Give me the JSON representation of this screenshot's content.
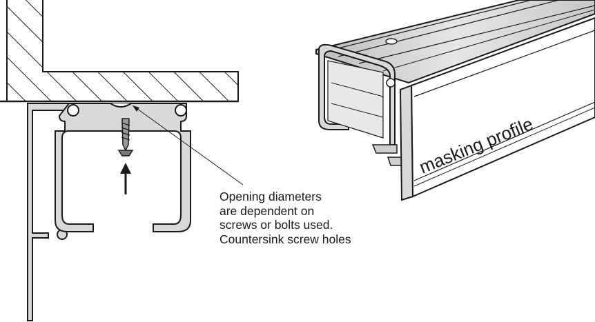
{
  "note": {
    "lines": [
      "Opening diameters",
      "are dependent on",
      "screws or bolts used.",
      "Countersink screw holes"
    ]
  },
  "masking_label": "masking profile",
  "colors": {
    "line": "#1a1a1a",
    "profile_fill": "#d9d9d9",
    "hatch": "#1a1a1a",
    "background": "#ffffff"
  }
}
